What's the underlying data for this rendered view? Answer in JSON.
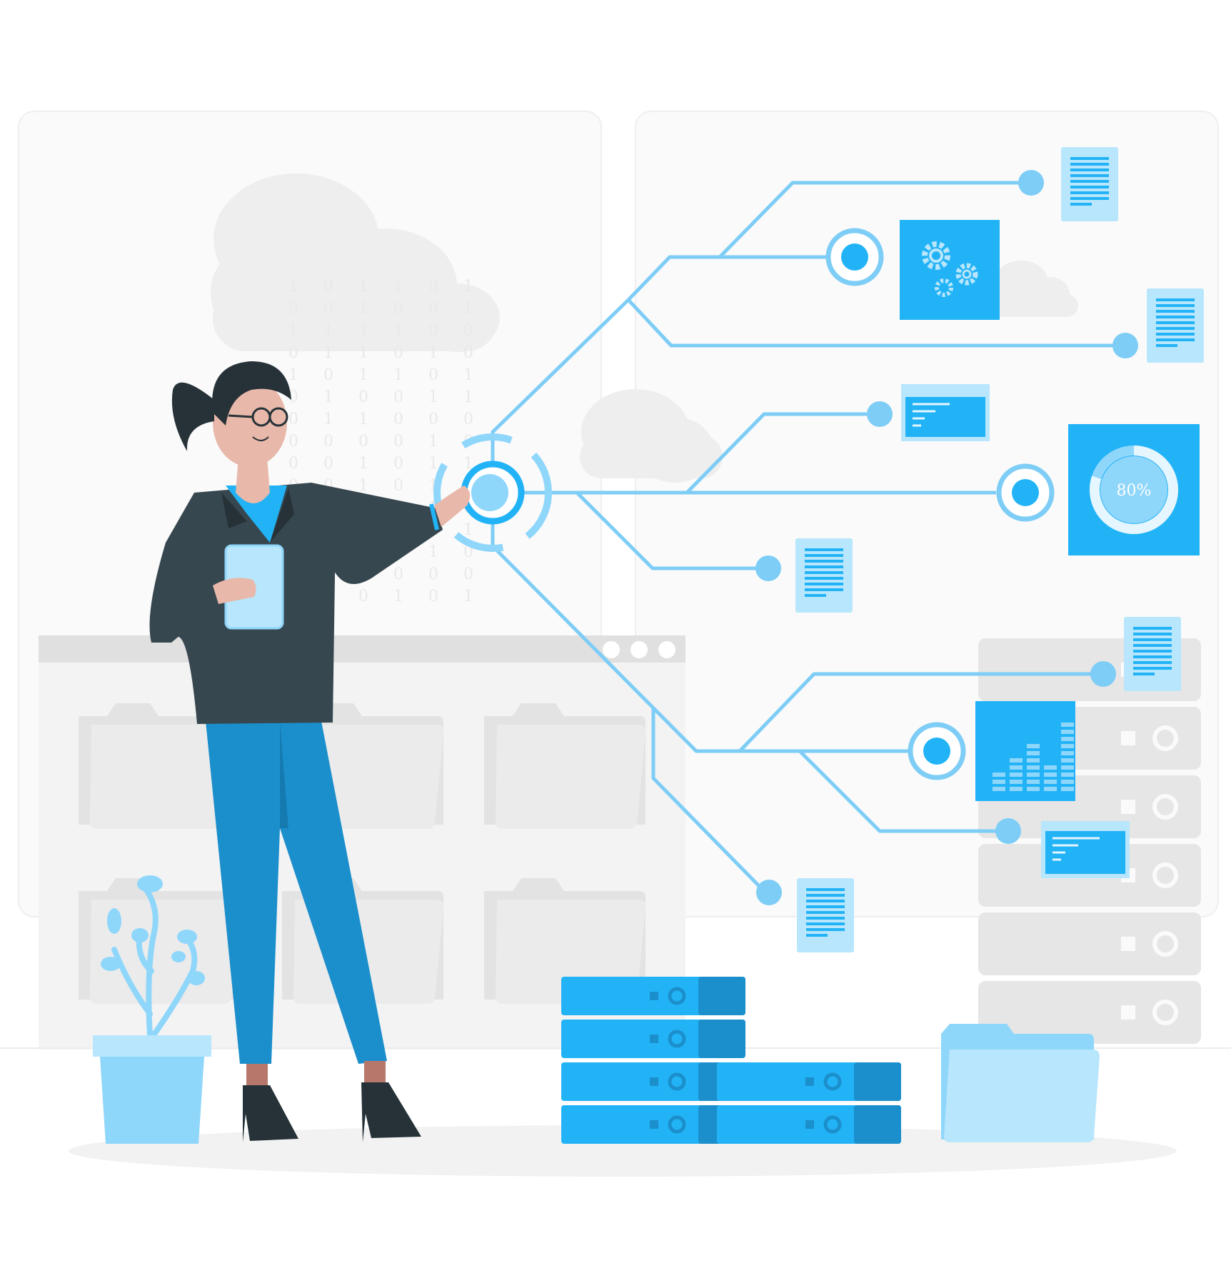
{
  "scene": {
    "background_color": "#ffffff",
    "accent_blue": "#22b3f7",
    "dark_blue": "#1b8fcc",
    "light_blue": "#8fd6fb",
    "pale_blue": "#b8e6fc",
    "line_blue": "#7dcdf6",
    "panel_gray": "#f5f5f5",
    "shape_gray": "#e6e6e6",
    "icons": [
      "cloud-icon",
      "gear-icon",
      "document-icon",
      "code-window-icon",
      "bar-chart-icon",
      "folder-icon",
      "server-icon",
      "plant-icon"
    ]
  },
  "progress_panel": {
    "label": "80%",
    "value": 0.8
  },
  "binary_rain": {
    "rows": [
      "1 0 1 1 0 1",
      "0 0 1 0 0 1",
      "1 1 1 1 0 0",
      "0 1 1 0 1 0",
      "1 0 1 1 0 1",
      "0 1 0 0 1 1",
      "0 1 1 0 0 0",
      "0 0 0 0 1 0",
      "0 0 1 0 1 1",
      "0 0 1 0 1 1",
      "0 1 1 1 1 0",
      "1 1 0 1 1 1",
      "0 0 1 0 1 0",
      "0 1 1 0 0 0",
      "0 0 0 1 0 1"
    ]
  }
}
